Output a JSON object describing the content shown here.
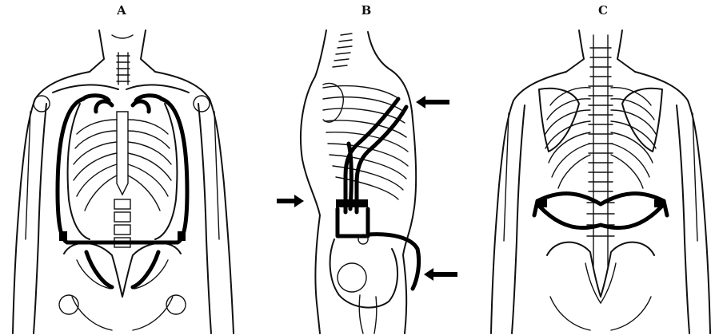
{
  "panels": [
    {
      "label": "A"
    },
    {
      "label": "B"
    },
    {
      "label": "C"
    }
  ],
  "icons": {
    "arrow": "left-pointing-arrow-icon"
  }
}
